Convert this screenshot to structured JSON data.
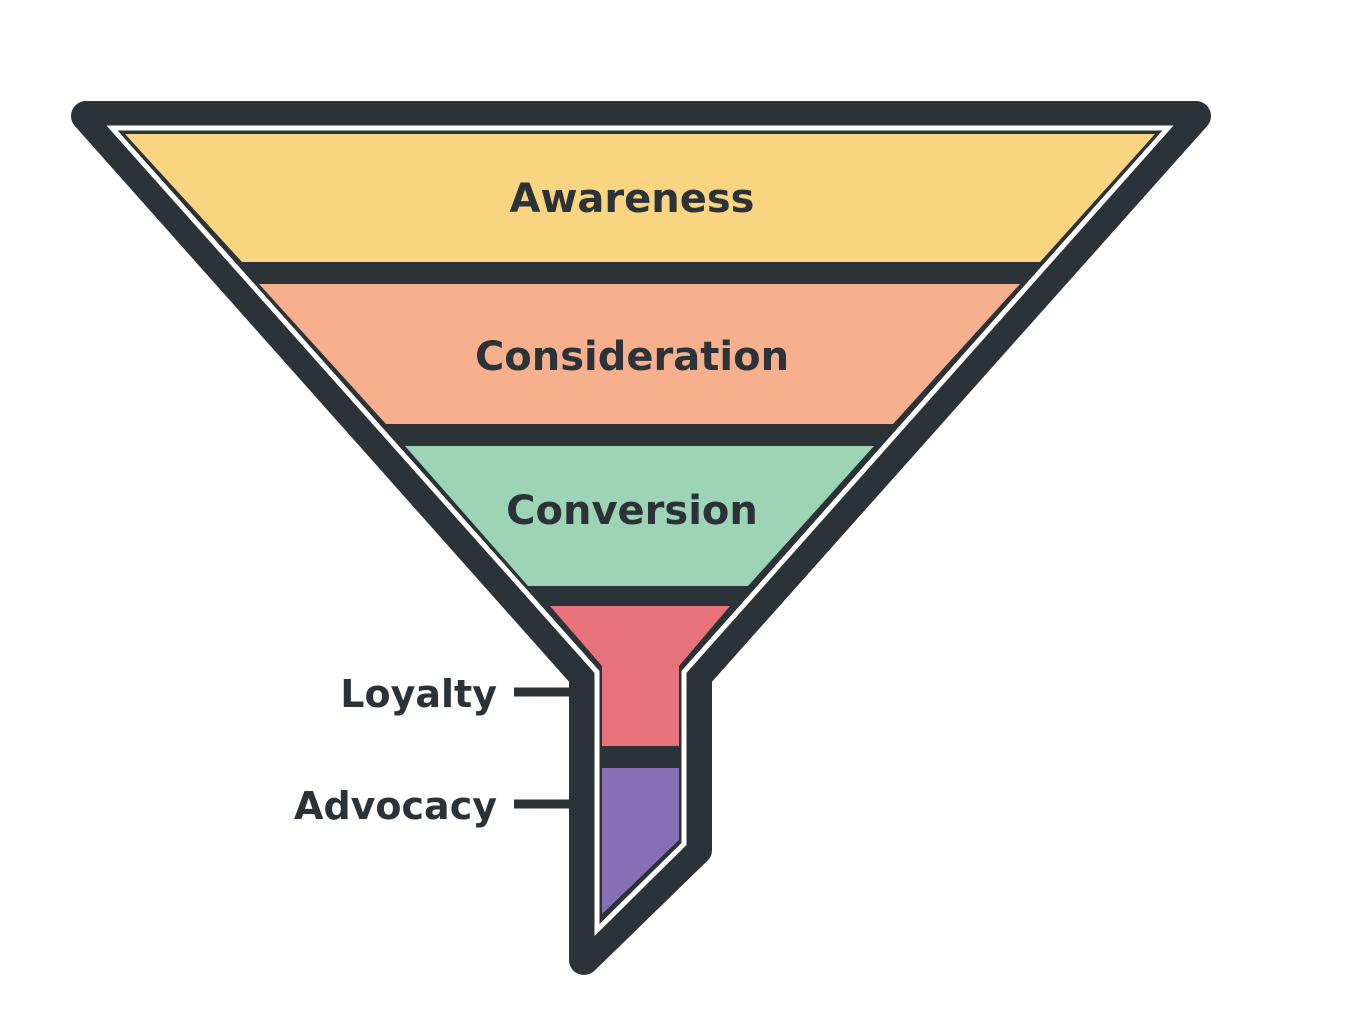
{
  "funnel": {
    "outline_color": "#2b3338",
    "stages": [
      {
        "label": "Awareness",
        "color": "#fad581"
      },
      {
        "label": "Consideration",
        "color": "#f7b08e"
      },
      {
        "label": "Conversion",
        "color": "#9cd4b5"
      },
      {
        "label": "Loyalty",
        "color": "#e8737d"
      },
      {
        "label": "Advocacy",
        "color": "#8670b5"
      }
    ]
  }
}
